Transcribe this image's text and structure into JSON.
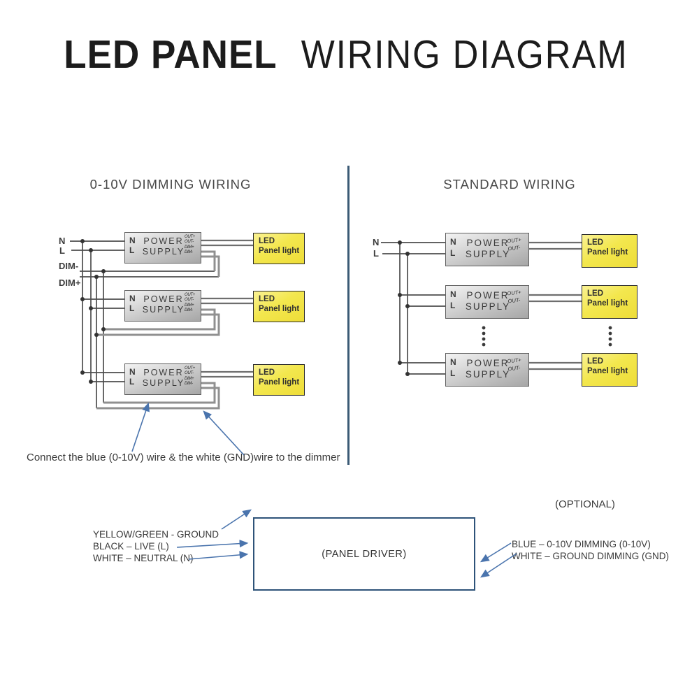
{
  "page": {
    "title_bold": "LED PANEL",
    "title_light": "WIRING DIAGRAM"
  },
  "ps": {
    "n": "N",
    "l": "L",
    "name_line1": "POWER",
    "name_line2": "SUPPLY"
  },
  "led": {
    "line1": "LED",
    "line2": "Panel light"
  },
  "dimming_section": {
    "heading": "0-10V DIMMING WIRING",
    "inputs": [
      "N",
      "L",
      "DIM-",
      "DIM+"
    ],
    "terminals": [
      "OUT+",
      "OUT-",
      "DIM+",
      "DIM-"
    ],
    "note": "Connect the blue (0-10V) wire & the white (GND)wire to the dimmer"
  },
  "standard_section": {
    "heading": "STANDARD WIRING",
    "inputs": [
      "N",
      "L"
    ],
    "terminals": [
      "OUT+",
      "OUT-"
    ]
  },
  "driver_section": {
    "optional_label": "(OPTIONAL)",
    "driver_label": "(PANEL DRIVER)",
    "input_wire_labels": [
      "YELLOW/GREEN - GROUND",
      "BLACK – LIVE (L)",
      "WHITE – NEUTRAL (N)"
    ],
    "dimming_wire_labels": [
      "BLUE – 0-10V DIMMING (0-10V)",
      "WHITE – GROUND DIMMING (GND)"
    ]
  },
  "colors": {
    "wire": "#4d4d4d",
    "loop_wire": "#909090",
    "out_wire": "#6e6e6e",
    "arrow_blue": "#4a74ad",
    "divider_blue": "#3b5a75",
    "driver_border_blue": "#2e5379",
    "led_yellow": "#f3e74e",
    "ps_gray": "#c4c4c4"
  }
}
